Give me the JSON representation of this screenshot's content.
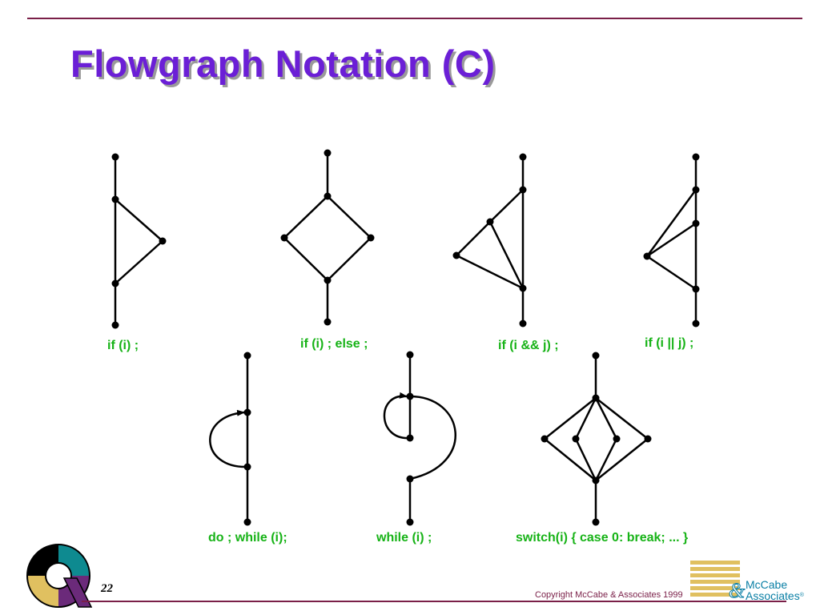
{
  "slide": {
    "title": "Flowgraph Notation (C)",
    "page_number": "22",
    "copyright": "Copyright McCabe & Associates 1999"
  },
  "brand": {
    "name_line1": "McCabe",
    "name_line2": "Associates",
    "registered_mark": "®",
    "logo_glyph": "&"
  },
  "captions": {
    "if": "if (i) ;",
    "if_else": "if (i) ; else ;",
    "if_and": "if (i && j) ;",
    "if_or": "if (i || j) ;",
    "do_while": "do ; while (i);",
    "while": "while (i) ;",
    "switch": "switch(i) { case 0: break; ... }"
  },
  "colors": {
    "title": "#6b1fd6",
    "caption": "#17b317",
    "rule": "#7a1f48",
    "brand": "#0a7fa5",
    "logo_gold": "#e0c060"
  }
}
